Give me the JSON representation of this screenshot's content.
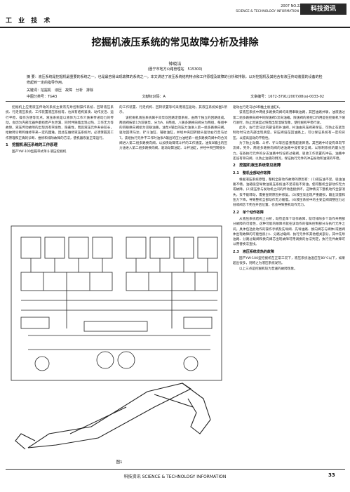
{
  "header": {
    "left": "工 业 技 术",
    "issue": "2007 NO.22",
    "journal_en": "SCIENCE & TECHNOLOGY INFORMATION",
    "badge": "科技资讯"
  },
  "article": {
    "title": "挖掘机液压系统的常见故障分析及排除",
    "author": "钟晓洁",
    "affiliation": "(晋宁市地方公路管理站　515300)",
    "abstract": "摘 要：液压系统是挖掘机最重要的系统之一，也是最容易出现故障的系统之一。本文讲述了液压系统结构特点和工作原理及故障的分析和排除，以对挖掘机及其他含有液压传动装置的设备的检修起到一定的指导作用。",
    "keywords": "关键词：挖掘机　液压　故障　分析　排除",
    "clc": "中图分类号：TG43",
    "doc_code": "文献标识码：A",
    "article_no": "文章编号：1672-3791(2007)08(a)-0033-02"
  },
  "col1": {
    "intro": "挖掘机上应用液压传动的系统主要有先导控制操作系统、回转液压系统、行走液压系统、工作装置液压系统等，也具有结构紧凑、动作灵活、运行平稳、操作方便等优点。液压系统是以液体为工作介质来传递动力的传动，会因为内部元器件磨损而产生泄漏、同时伴随着出现过热、工作无力等故障。液压传动故障的出现具有突发性、隐蔽性，而且液压元件寿命较长，给故障诊断和维修带来一定的困难。因此在维修液压系统时，必须掌握其工作原理和正确的诊断、维修和排除故障的方法，使机器恢复正常运行。",
    "sec1_title": "1　挖掘机液压系统的工作原理",
    "sec1_text": "国产YW-100型履带式单斗液压挖掘机"
  },
  "col2": {
    "text1": "的工作装置、行走机构、回转装置等均采用液压驱动，其液压系统如图1所示。",
    "text2": "该挖掘机液压系统属于双泵双回路定量系统，由两个独立的回路组成。两组阀按第1为双联泵，分为A、B两组。八联多路换向阀分为两组，每组中的四联换向阀组为双联油路。油泵A输出的压力油进入第一组多路换向阀，驱动回转马达、铲斗油缸、辅助油缸，并经中央回转接头驱动右行走马达7。该组执行元件不工作时油泵A输出的压力油经第一组多路换向阀中的合流阀进入第二组多路换向阀，以加快动臂或斗杆的工作速度。油泵B输出的压力油进入第二组多路换向阀，驱动动臂油缸、斗杆油缸，并经中央回转接头"
  },
  "col3": {
    "p1": "驱动左行走马达8和推土板油缸6。",
    "p2": "该液压系统中两组多路换向阀均采用串联油路，其回油路并联，油液通过第二组多路换向阀中的限速阀5流向油箱。限速阀的液控口作用是在挖掘机下坡行驶时，防止因速度过快而出现溜坡现象，使挖掘机平稳行驶。",
    "p3": "此外，右行走马达内部设有补油阀，补油由背压阀来保证，可防止在紧急制动时马达内部出现真空。背压阀设在回油路上，可以保证系统有一定的背压，以提高运动的平稳性。",
    "p4": "为了防止动臂、斗杆、铲斗等因自重而超速降落，其回路中均设有单向节流阀。另外，两组多路换向阀的进油路中设有安全阀，以限制系统的最大压力。在各执行元件的分支油路中均设有过载阀，吸收工作装置的冲击，油路中还设有单向阀，以防止油液的倒流，保证执行元件的冲击振动和油液的平稳。",
    "sec2_title": "2　挖掘机液压系统常见故障",
    "sec21_title": "2.1　整机全部动作故障",
    "p5": "根据液压系统原理，整机全部动作故障的原因有：(1)液压油不足，吸油油路不畅，油箱吸空导致油液压系统油不足或吸不到油，使得整机全部动作无力或故障。(2)液压泵与发动机之间的传动连接损坏，这种情况下整机动作全部消失，泵不能转动，需要查明原因并修复。(3)液压泵出现严重磨损，输出流量和压力下降，导致整机全部动作无力缓慢。(4)液压系统中的主安全阀调整压力过低或阀芯卡死在开启位置，也会导致整机动作无力。",
    "sec22_title": "2.2　单个动作故障",
    "p6": "从液压系统结构上分析，既然是单个动作故障，就可排除多个动作共用部分故障的可能性，这种可能的故障点就在该动作的操纵控制部分与执行元件之间。具体包括此动作的操作手柄及先导阀、先导油路、换向阀芯与阀体(或者阀体出现故障的可能性很小)、分路过载阀、执行元件和其他相关部分。其中先导油路、分路过载阀和换向阀芯出现故障可用调换的办法判定，执行元件故障可以用替换法查找。",
    "sec23_title": "2.3　液压系统发热的故障",
    "p7": "国产YW-100型挖掘机在正常工况下，液压系统油温应在80℃以下，如果超出很多，则称之为液压系统发热。",
    "p8": "以上三点是挖掘机较为普遍的故障现象。"
  },
  "figure": {
    "caption": "图1"
  },
  "footer": {
    "text": "科技资讯 SCIENCE & TECHNOLOGY INFORMATION",
    "page": "33"
  }
}
